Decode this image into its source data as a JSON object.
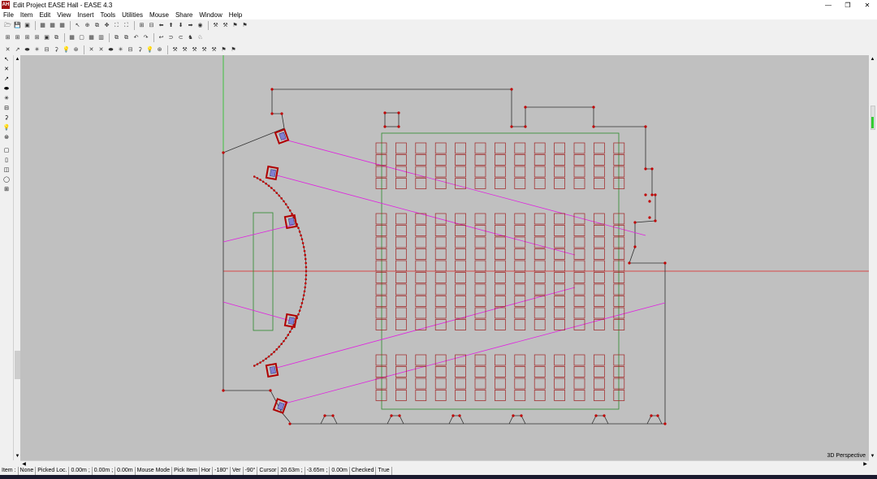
{
  "window": {
    "title": "Edit Project EASE Hall - EASE 4.3",
    "icon_text": "AH",
    "minimize": "—",
    "restore": "❐",
    "close": "✕"
  },
  "menu": [
    "File",
    "Item",
    "Edit",
    "View",
    "Insert",
    "Tools",
    "Utilities",
    "Mouse",
    "Share",
    "Window",
    "Help"
  ],
  "toolbar1": [
    "🗁",
    "💾",
    "▣",
    "|",
    "▦",
    "▦",
    "▦",
    "|",
    "↖",
    "⊕",
    "⧉",
    "✥",
    "⛶",
    "⛶",
    "|",
    "⊞",
    "⊟",
    "⬅",
    "⬆",
    "⬇",
    "➡",
    "◉",
    "|",
    "⚒",
    "⚒",
    "⚑",
    "⚑"
  ],
  "toolbar2": [
    "⊞",
    "⊞",
    "⊞",
    "⊞",
    "▣",
    "⧉",
    "|",
    "▦",
    "▢",
    "▦",
    "▥",
    "|",
    "⧉",
    "⧉",
    "↶",
    "↷",
    "|",
    "↩",
    "⊃",
    "⊂",
    "♞",
    "♘"
  ],
  "toolbar3": [
    "✕",
    "↗",
    "⬬",
    "✳",
    "⊟",
    "⚳",
    "💡",
    "⊛",
    "|",
    "✕",
    "✕",
    "⬬",
    "✳",
    "⊟",
    "⚳",
    "💡",
    "⊛",
    "|",
    "⚒",
    "⚒",
    "⚒",
    "⚒",
    "⚒",
    "⚑",
    "⚑"
  ],
  "left_tools": [
    "↖",
    "✕",
    "↗",
    "⬬",
    "✳",
    "⊟",
    "⚳",
    "💡",
    "⊛",
    "|",
    "▢",
    "▯",
    "◫",
    "◯",
    "⊞"
  ],
  "view_label": "3D Perspective",
  "status": [
    "Item :",
    "None",
    "Picked Loc.",
    "0.00m ;",
    "0.00m ;",
    "0.00m",
    "Mouse Mode",
    "Pick Item",
    "Hor",
    "-180°",
    "Ver",
    "-90°",
    "Cursor",
    "20.63m ;",
    "-3.65m ;",
    "0.00m",
    "Checked",
    "True"
  ],
  "colors": {
    "canvas_bg": "#c0c0c0",
    "wall": "#303030",
    "vertex": "#c00000",
    "seat": "#a02020",
    "speaker": "#b00000",
    "aim_line": "#e020e0",
    "axis_x": "#e02020",
    "axis_y": "#20c020",
    "stage": "#2a8a2a",
    "audience_area": "#2a8a2a"
  },
  "scroll": {
    "up": "▲",
    "down": "▼",
    "left": "◀",
    "right": "▶"
  }
}
